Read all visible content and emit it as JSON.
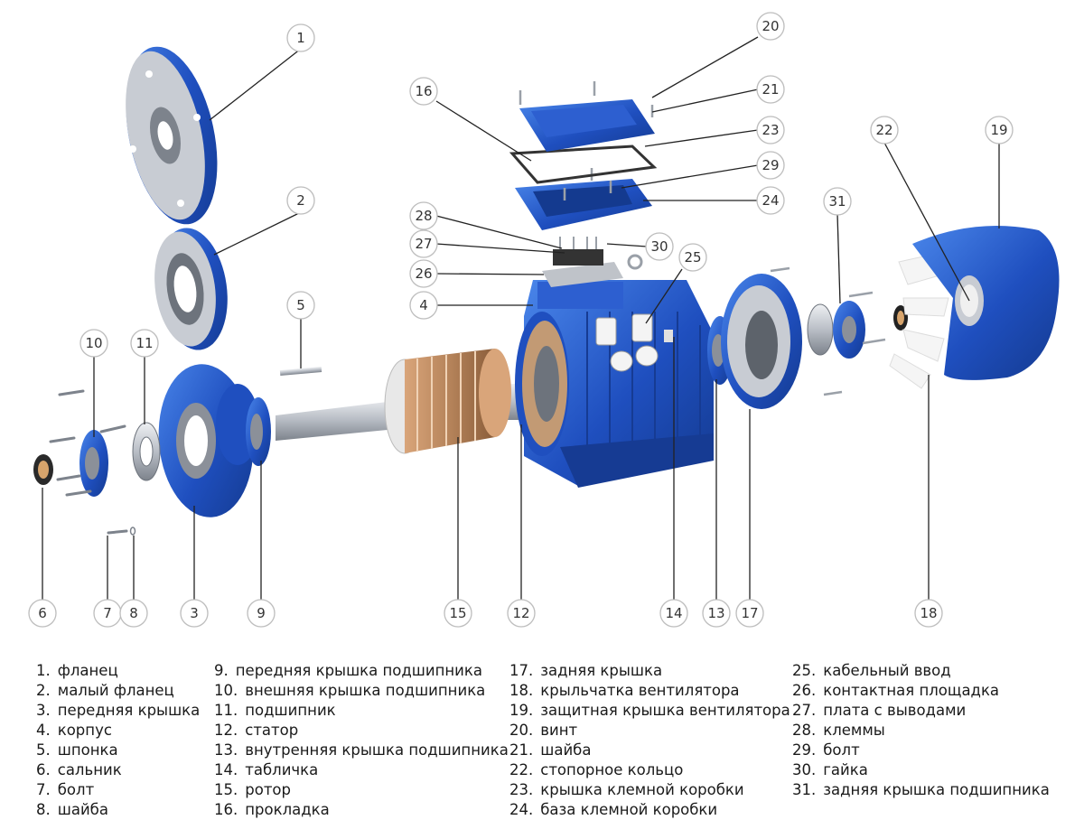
{
  "colors": {
    "motor_blue": "#1f4fbf",
    "motor_blue_dark": "#163b93",
    "motor_blue_light": "#3f78e0",
    "steel": "#b9bec6",
    "copper": "#b5835a",
    "callout_border": "#bdbdbd",
    "text": "#1a1a1a"
  },
  "callouts": [
    {
      "id": "1"
    },
    {
      "id": "2"
    },
    {
      "id": "3"
    },
    {
      "id": "4"
    },
    {
      "id": "5"
    },
    {
      "id": "6"
    },
    {
      "id": "7"
    },
    {
      "id": "8"
    },
    {
      "id": "9"
    },
    {
      "id": "10"
    },
    {
      "id": "11"
    },
    {
      "id": "12"
    },
    {
      "id": "13"
    },
    {
      "id": "14"
    },
    {
      "id": "15"
    },
    {
      "id": "16"
    },
    {
      "id": "17"
    },
    {
      "id": "18"
    },
    {
      "id": "19"
    },
    {
      "id": "20"
    },
    {
      "id": "21"
    },
    {
      "id": "22"
    },
    {
      "id": "23"
    },
    {
      "id": "24"
    },
    {
      "id": "25"
    },
    {
      "id": "26"
    },
    {
      "id": "27"
    },
    {
      "id": "28"
    },
    {
      "id": "29"
    },
    {
      "id": "30"
    },
    {
      "id": "31"
    }
  ],
  "legend": {
    "col1": [
      {
        "num": "1.",
        "text": "фланец"
      },
      {
        "num": "2.",
        "text": "малый фланец"
      },
      {
        "num": "3.",
        "text": "передняя крышка"
      },
      {
        "num": "4.",
        "text": "корпус"
      },
      {
        "num": "5.",
        "text": "шпонка"
      },
      {
        "num": "6.",
        "text": "сальник"
      },
      {
        "num": "7.",
        "text": "болт"
      },
      {
        "num": "8.",
        "text": "шайба"
      }
    ],
    "col2": [
      {
        "num": "9.",
        "text": "передняя крышка подшипника"
      },
      {
        "num": "10.",
        "text": "внешняя крышка подшипника"
      },
      {
        "num": "11.",
        "text": "подшипник"
      },
      {
        "num": "12.",
        "text": "статор"
      },
      {
        "num": "13.",
        "text": "внутренняя крышка подшипника"
      },
      {
        "num": "14.",
        "text": "табличка"
      },
      {
        "num": "15.",
        "text": "ротор"
      },
      {
        "num": "16.",
        "text": "прокладка"
      }
    ],
    "col3": [
      {
        "num": "17.",
        "text": "задняя крышка"
      },
      {
        "num": "18.",
        "text": "крыльчатка вентилятора"
      },
      {
        "num": "19.",
        "text": "защитная крышка вентилятора"
      },
      {
        "num": "20.",
        "text": "винт"
      },
      {
        "num": "21.",
        "text": "шайба"
      },
      {
        "num": "22.",
        "text": "стопорное кольцо"
      },
      {
        "num": "23.",
        "text": "крышка клемной коробки"
      },
      {
        "num": "24.",
        "text": "база клемной коробки"
      }
    ],
    "col4": [
      {
        "num": "25.",
        "text": "кабельный ввод"
      },
      {
        "num": "26.",
        "text": "контактная площадка"
      },
      {
        "num": "27.",
        "text": "плата с выводами"
      },
      {
        "num": "28.",
        "text": "клеммы"
      },
      {
        "num": "29.",
        "text": "болт"
      },
      {
        "num": "30.",
        "text": "гайка"
      },
      {
        "num": "31.",
        "text": "задняя крышка подшипника"
      }
    ]
  }
}
